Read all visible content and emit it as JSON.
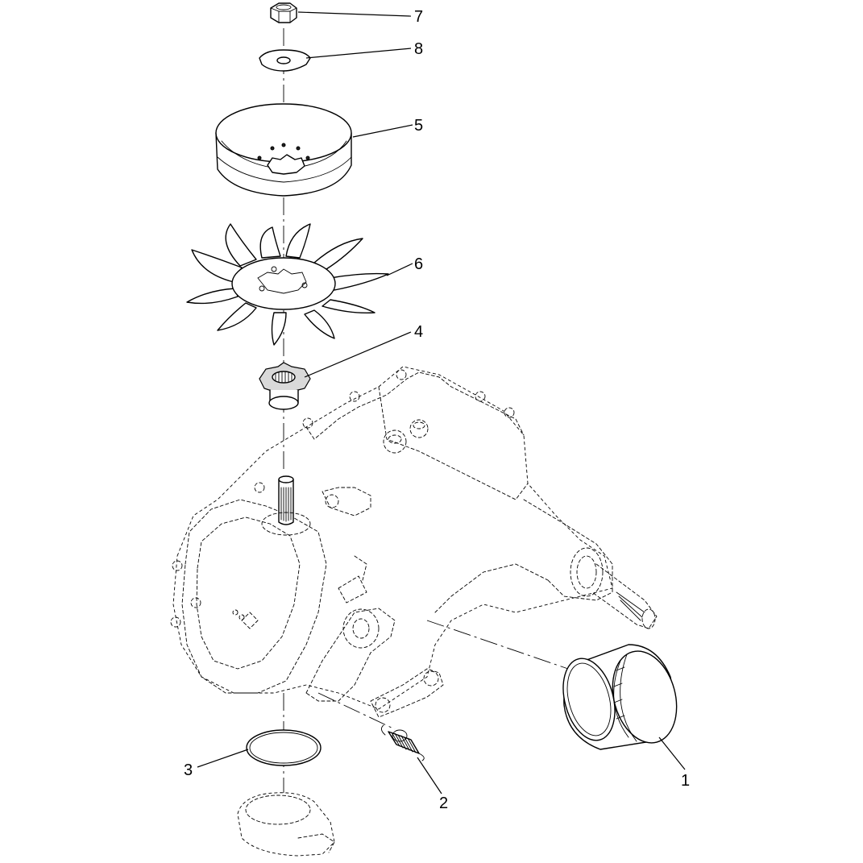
{
  "callouts": {
    "c1": "1",
    "c2": "2",
    "c3": "3",
    "c4": "4",
    "c5": "5",
    "c6": "6",
    "c7": "7",
    "c8": "8"
  },
  "parts": {
    "p1": "oil-filter",
    "p2": "extension-spring",
    "p3": "o-ring",
    "p4": "fan-hub",
    "p5": "pulley",
    "p6": "cooling-fan",
    "p7": "nut",
    "p8": "washer"
  },
  "icons": {
    "housing": "transaxle-housing-ghost"
  },
  "colors": {
    "line": "#000000",
    "background": "#ffffff"
  }
}
